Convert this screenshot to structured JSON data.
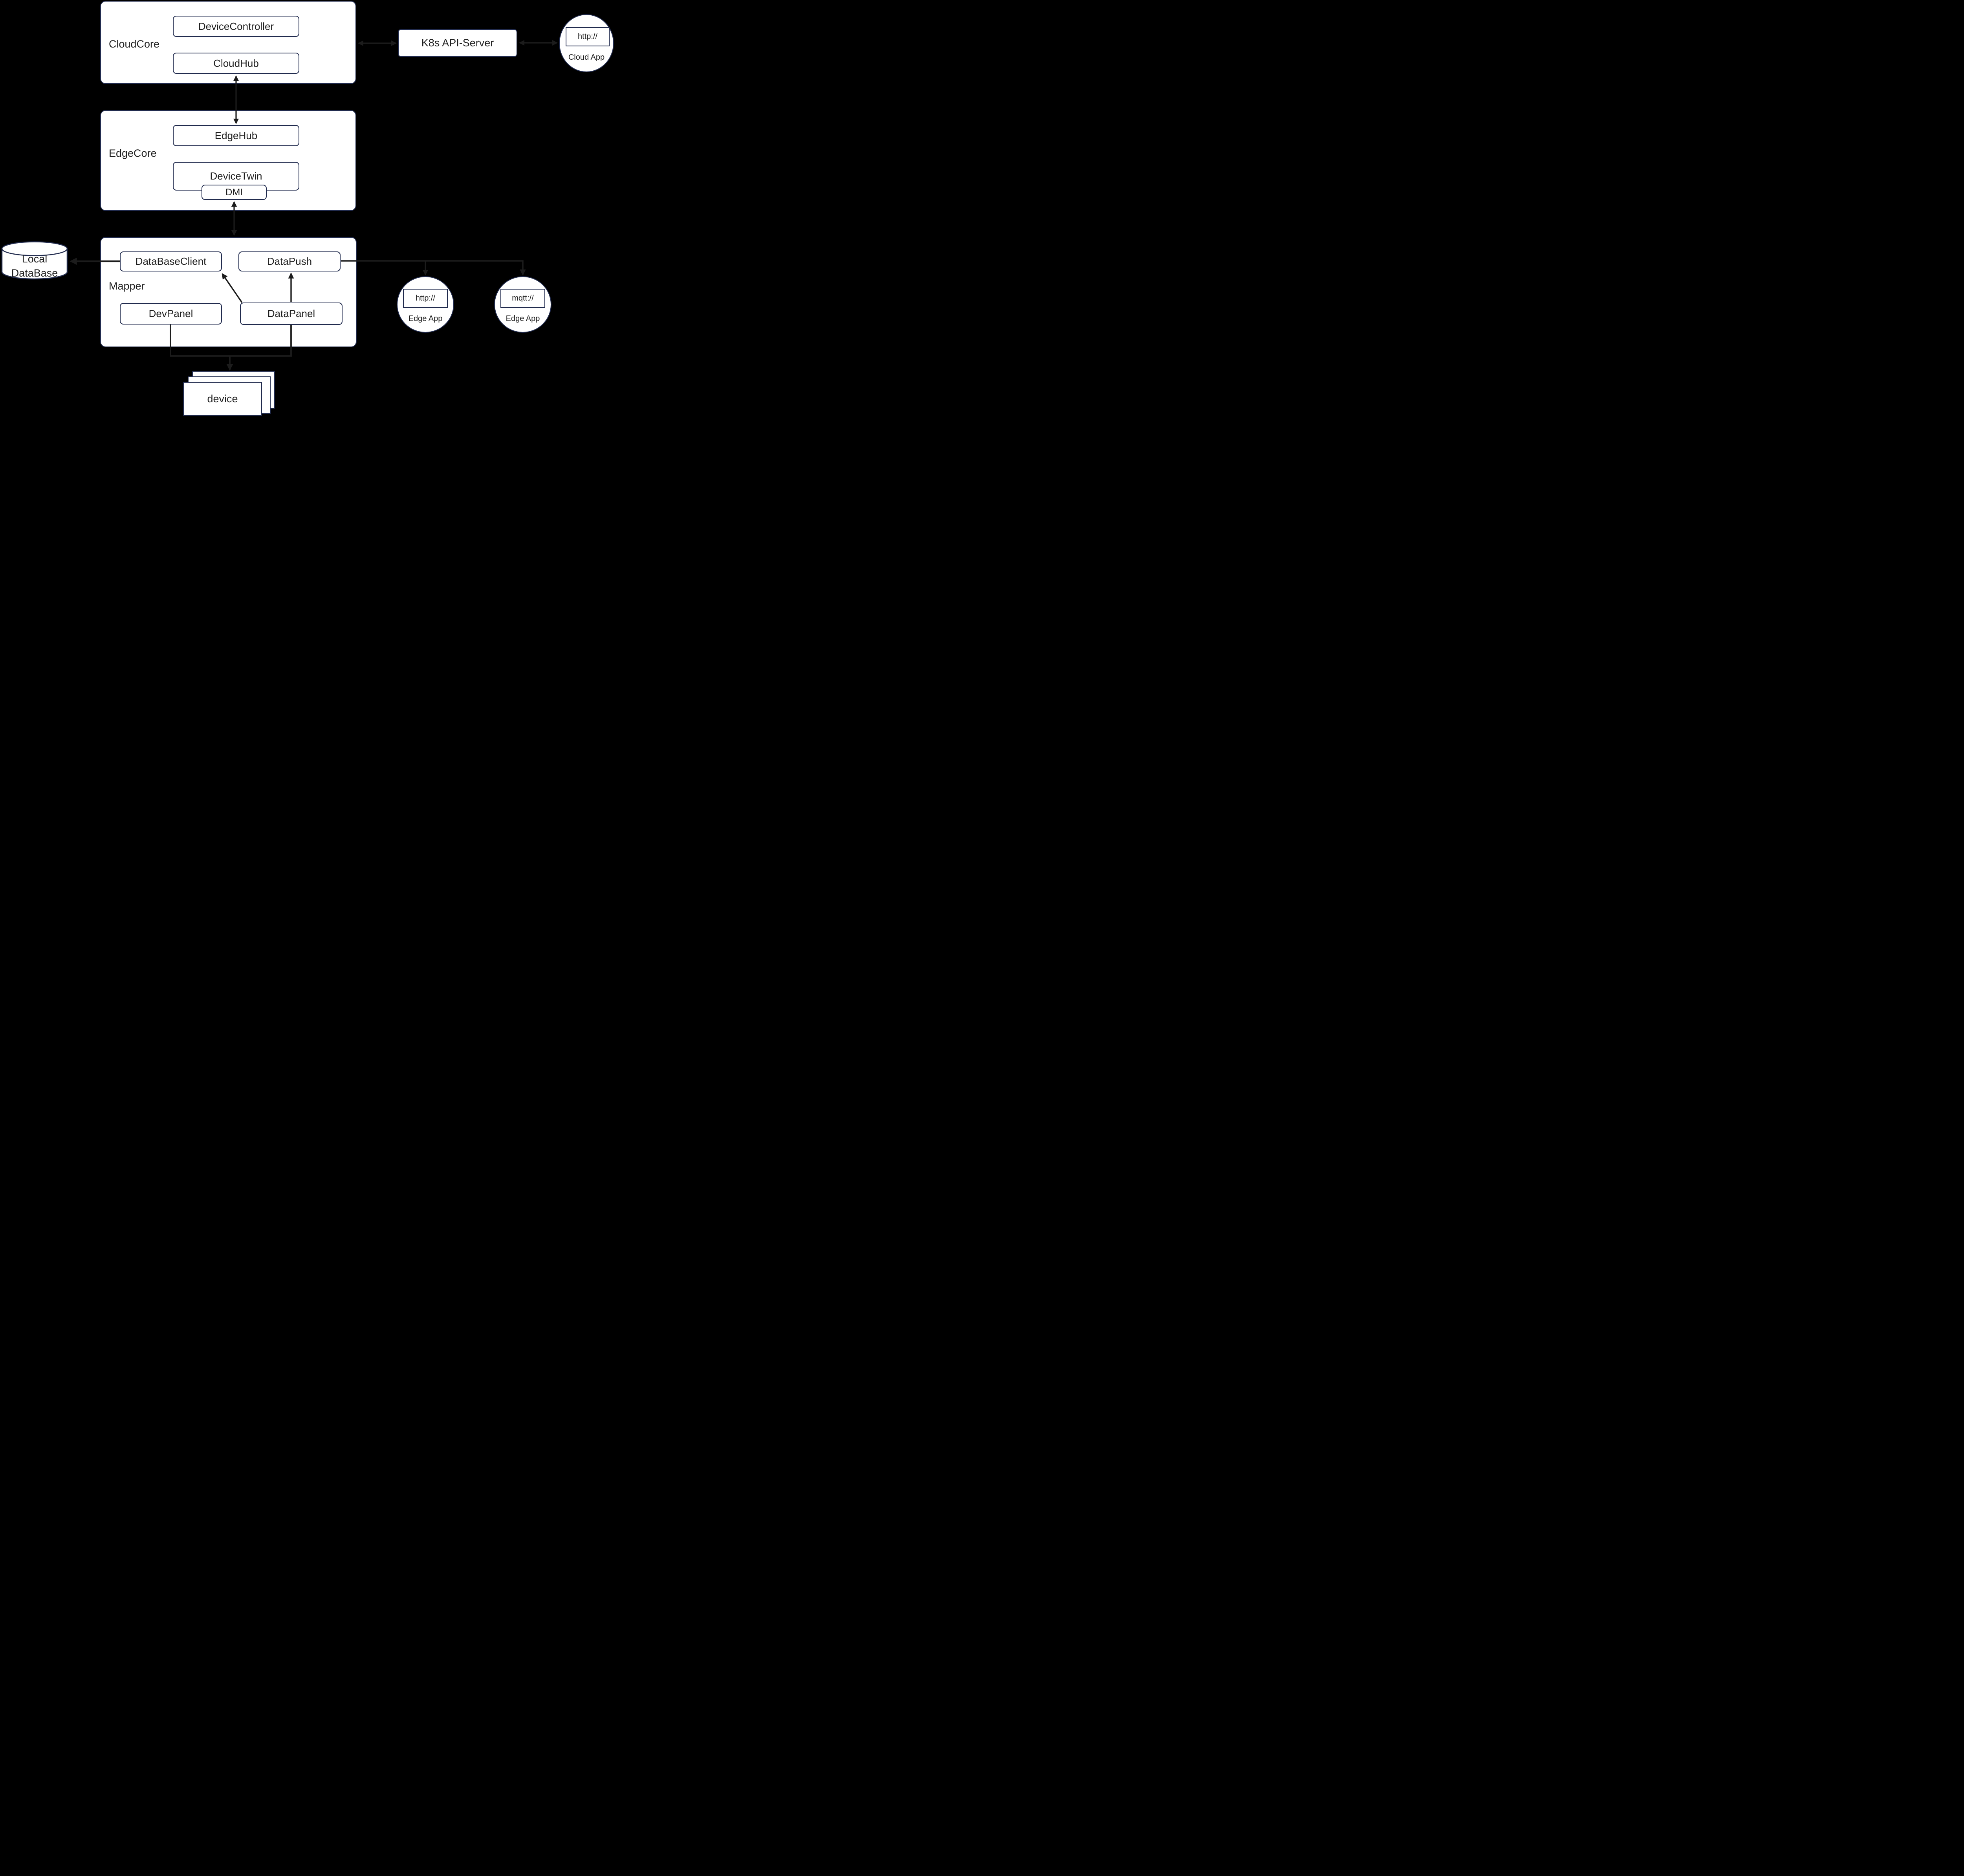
{
  "colors": {
    "background": "#000000",
    "node_fill": "#ffffff",
    "node_border": "#212b4e",
    "arrow": "#1c1c1c",
    "text": "#1f1f1f"
  },
  "cloud": {
    "cloud_core": {
      "label": "CloudCore",
      "device_controller": "DeviceController",
      "cloud_hub": "CloudHub"
    },
    "k8s_api_server": {
      "label": "K8s API-Server"
    },
    "cloud_app": {
      "protocol": "http://",
      "label": "Cloud App"
    }
  },
  "edge": {
    "edge_core": {
      "label": "EdgeCore",
      "edge_hub": "EdgeHub",
      "device_twin": "DeviceTwin",
      "dmi": "DMI"
    },
    "mapper": {
      "label": "Mapper",
      "database_client": "DataBaseClient",
      "data_push": "DataPush",
      "dev_panel": "DevPanel",
      "data_panel": "DataPanel"
    },
    "local_database": {
      "line1": "Local",
      "line2": "DataBase"
    },
    "edge_apps": [
      {
        "protocol": "http://",
        "label": "Edge App"
      },
      {
        "protocol": "mqtt://",
        "label": "Edge App"
      }
    ],
    "device": {
      "label": "device"
    }
  },
  "edges": [
    {
      "from": "CloudHub",
      "to": "EdgeHub",
      "style": "double-arrow"
    },
    {
      "from": "CloudCore",
      "to": "K8s API-Server",
      "style": "double-arrow"
    },
    {
      "from": "K8s API-Server",
      "to": "Cloud App",
      "style": "double-arrow"
    },
    {
      "from": "DMI",
      "to": "Mapper",
      "style": "double-arrow"
    },
    {
      "from": "DataBaseClient",
      "to": "Local DataBase",
      "style": "arrow"
    },
    {
      "from": "DataPush",
      "to": "Edge App (http://)",
      "style": "arrow"
    },
    {
      "from": "DataPush",
      "to": "Edge App (mqtt://)",
      "style": "arrow"
    },
    {
      "from": "DataPanel",
      "to": "DataBaseClient",
      "style": "arrow"
    },
    {
      "from": "DataPanel",
      "to": "DataPush",
      "style": "arrow"
    },
    {
      "from": "DevPanel",
      "to": "device junction",
      "style": "line"
    },
    {
      "from": "DataPanel",
      "to": "device junction",
      "style": "line"
    },
    {
      "from": "device junction",
      "to": "device",
      "style": "arrow"
    }
  ]
}
